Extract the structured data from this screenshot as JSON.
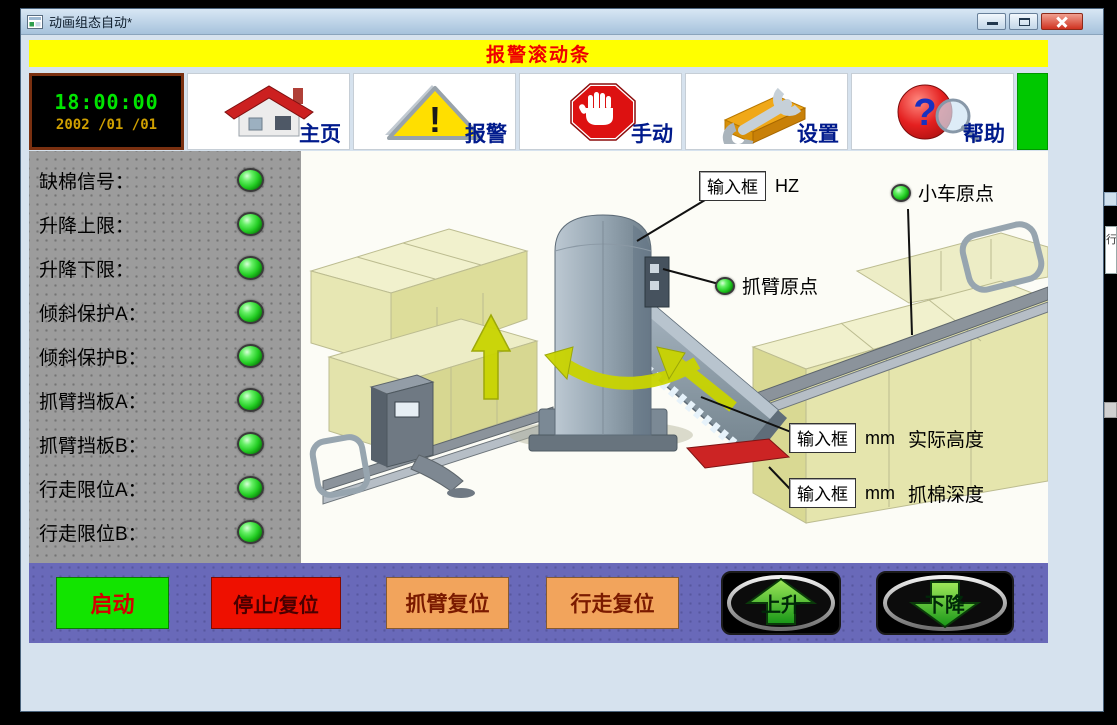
{
  "window": {
    "title": "动画组态自动*"
  },
  "banner": {
    "text": "报警滚动条",
    "bg": "#ffff00",
    "fg": "#ee0000"
  },
  "clock": {
    "time": "18:00:00",
    "date": "2002 /01 /01"
  },
  "toolbar": {
    "items": [
      {
        "id": "home",
        "label": "主页"
      },
      {
        "id": "alarm",
        "label": "报警",
        "glyph": "!"
      },
      {
        "id": "manual",
        "label": "手动"
      },
      {
        "id": "settings",
        "label": "设置"
      },
      {
        "id": "help",
        "label": "帮助",
        "glyph": "?"
      }
    ]
  },
  "status_panel": {
    "led_color": "#2ecc2e",
    "items": [
      {
        "label": "缺棉信号：",
        "state": "on"
      },
      {
        "label": "升降上限：",
        "state": "on"
      },
      {
        "label": "升降下限：",
        "state": "on"
      },
      {
        "label": "倾斜保护A：",
        "state": "on"
      },
      {
        "label": "倾斜保护B：",
        "state": "on"
      },
      {
        "label": "抓臂挡板A：",
        "state": "on"
      },
      {
        "label": "抓臂挡板B：",
        "state": "on"
      },
      {
        "label": "行走限位A：",
        "state": "on"
      },
      {
        "label": "行走限位B：",
        "state": "on"
      }
    ]
  },
  "diagram": {
    "callout_hz": {
      "box": "输入框",
      "unit": "HZ"
    },
    "callout_height": {
      "box": "输入框",
      "unit": "mm",
      "label": "实际高度"
    },
    "callout_depth": {
      "box": "输入框",
      "unit": "mm",
      "label": "抓棉深度"
    },
    "led_trolley_origin": "小车原点",
    "led_arm_origin": "抓臂原点"
  },
  "controls": {
    "items": [
      {
        "id": "start",
        "label": "启动",
        "bg": "#12e400",
        "fg": "#d40000"
      },
      {
        "id": "stop_reset",
        "label": "停止/复位",
        "bg": "#ee1000",
        "fg": "#4a0000"
      },
      {
        "id": "arm_reset",
        "label": "抓臂复位",
        "bg": "#f2a45c",
        "fg": "#7a1a00"
      },
      {
        "id": "travel_reset",
        "label": "行走复位",
        "bg": "#f2a45c",
        "fg": "#7a1a00"
      },
      {
        "id": "up",
        "label": "上升"
      },
      {
        "id": "down",
        "label": "下降"
      }
    ]
  },
  "desktop": {
    "fragment_text": "行"
  }
}
